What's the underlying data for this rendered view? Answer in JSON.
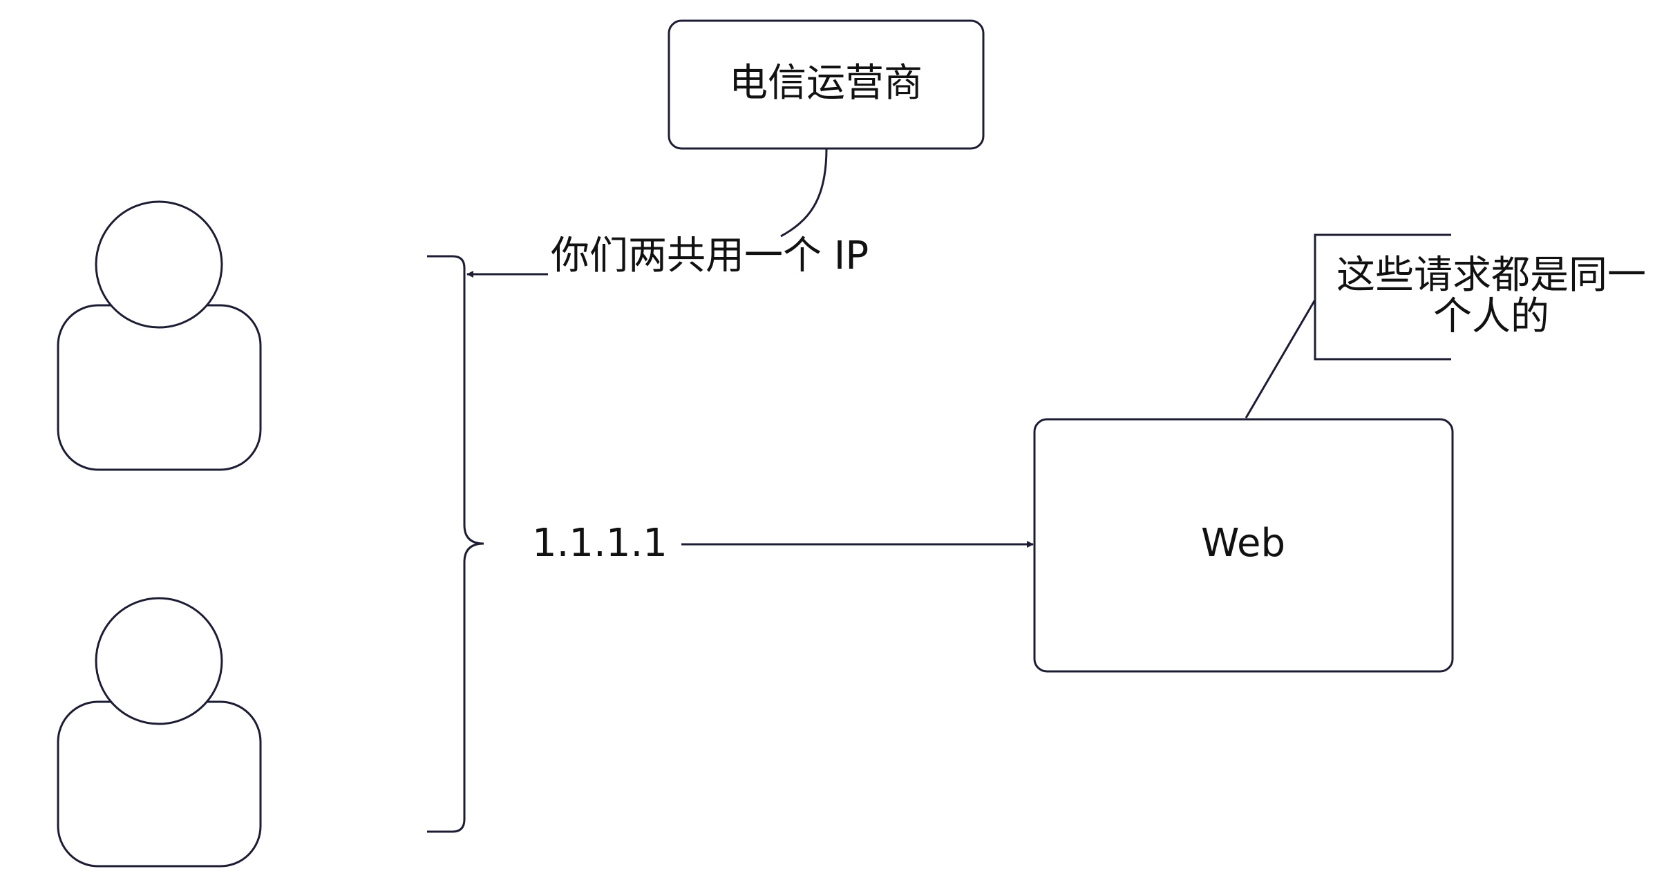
{
  "nodes": {
    "carrier": {
      "label": "电信运营商"
    },
    "web": {
      "label": "Web"
    },
    "user_top": {
      "label": ""
    },
    "user_bottom": {
      "label": ""
    }
  },
  "labels": {
    "shared_ip": "你们两共用一个 IP",
    "ip_address": "1.1.1.1",
    "same_person_line1": "这些请求都是同一",
    "same_person_line2": "个人的"
  },
  "colors": {
    "stroke": "#1c1c36",
    "text": "#111111",
    "background": "#ffffff"
  }
}
